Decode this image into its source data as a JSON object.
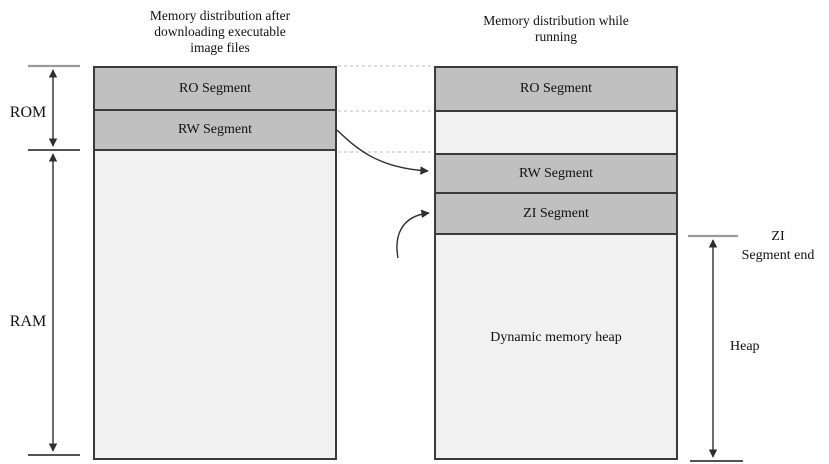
{
  "titles": {
    "left": "Memory distribution after\ndownloading executable\nimage files",
    "right": "Memory distribution while\nrunning"
  },
  "left_column": {
    "segments": [
      {
        "label": "RO Segment"
      },
      {
        "label": "RW Segment"
      }
    ]
  },
  "right_column": {
    "segments": [
      {
        "label": "RO Segment"
      },
      {
        "label": "RW Segment"
      },
      {
        "label": "ZI Segment"
      },
      {
        "label": "Dynamic memory heap"
      }
    ]
  },
  "annotations": {
    "rom": "ROM",
    "ram": "RAM",
    "zi_segment_end": "ZI\nSegment end",
    "heap": "Heap"
  },
  "colors": {
    "segment_fill": "#c0c0c0",
    "empty_fill": "#f1f1f1",
    "border": "#3a3a3a",
    "dashed_line": "#d2d2d2",
    "arrow": "#2e2e2e",
    "tick_gray": "#9a9a9a",
    "tick_dark": "#1a1a1a"
  }
}
